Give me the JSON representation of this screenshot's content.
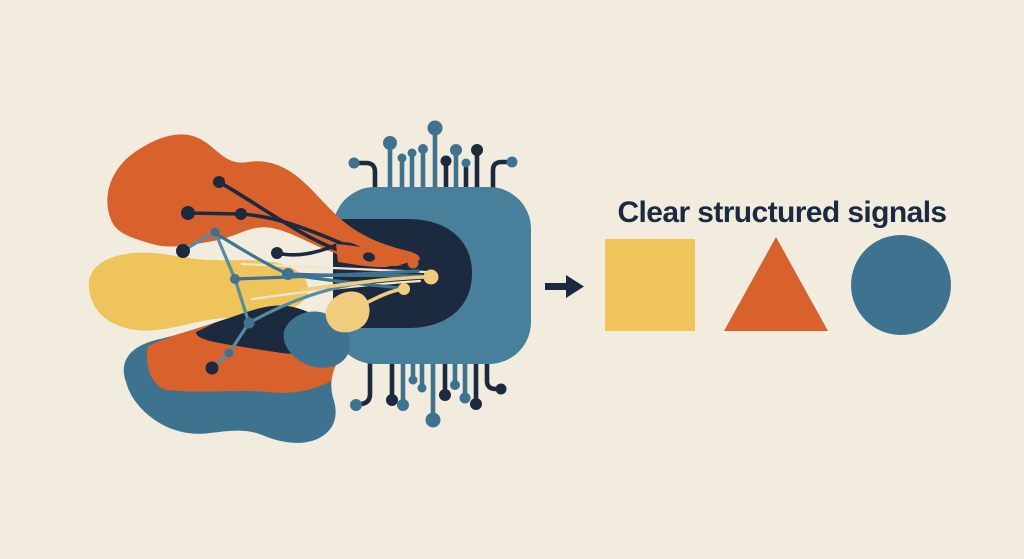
{
  "title": {
    "text": "Clear structured signals"
  },
  "palette": {
    "background": "#F1ECDE",
    "orange": "#D8612C",
    "yellow": "#EEC45B",
    "pale-yellow": "#EFCD7C",
    "chip-teal": "#48809B",
    "teal": "#3E7390",
    "steel": "#548CA2",
    "navy": "#1C2A40",
    "cream-line": "#EFE6CF"
  },
  "icons": {
    "chip": "processor-chip-icon",
    "arrow": "right-arrow-icon",
    "messy_input": "tangled-signals-illustration"
  },
  "output_shapes": [
    {
      "label": "square",
      "color": "#EEC45B"
    },
    {
      "label": "triangle",
      "color": "#D8612C"
    },
    {
      "label": "circle",
      "color": "#3E7390"
    }
  ]
}
